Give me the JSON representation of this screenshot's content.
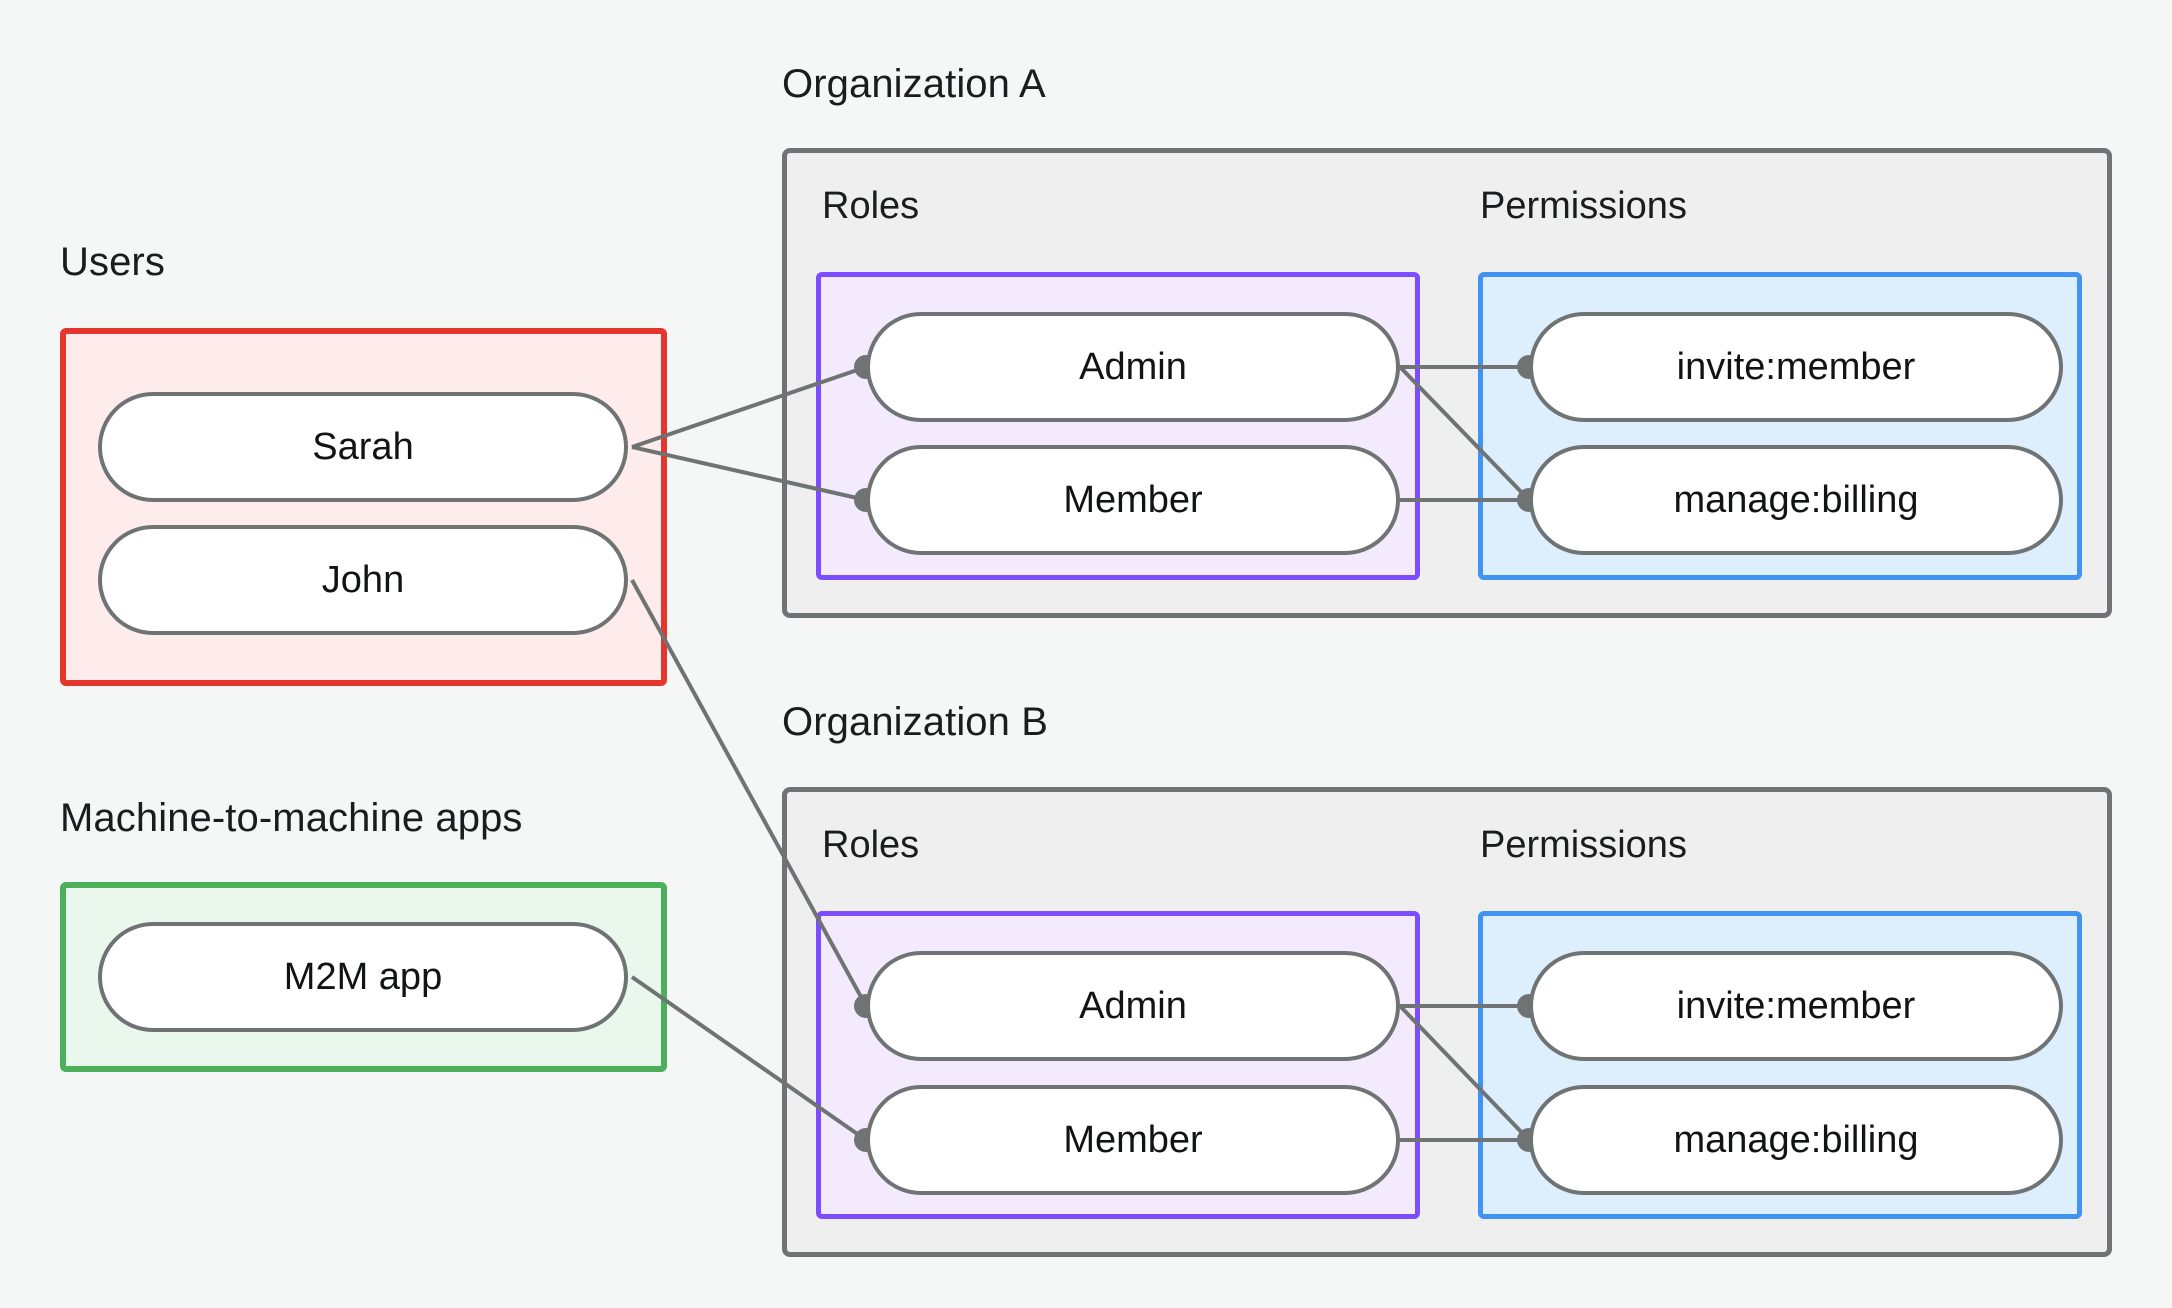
{
  "diagram": {
    "title_users": "Users",
    "title_m2m": "Machine-to-machine apps",
    "title_org_a": "Organization A",
    "title_org_b": "Organization B",
    "label_roles": "Roles",
    "label_permissions": "Permissions",
    "users": [
      {
        "id": "sarah",
        "label": "Sarah"
      },
      {
        "id": "john",
        "label": "John"
      }
    ],
    "m2m_apps": [
      {
        "id": "m2m",
        "label": "M2M app"
      }
    ],
    "organizations": [
      {
        "id": "org-a",
        "name": "Organization A",
        "roles_label": "Roles",
        "permissions_label": "Permissions",
        "roles": [
          {
            "id": "org-a-admin",
            "label": "Admin"
          },
          {
            "id": "org-a-member",
            "label": "Member"
          }
        ],
        "permissions": [
          {
            "id": "org-a-invite",
            "label": "invite:member"
          },
          {
            "id": "org-a-billing",
            "label": "manage:billing"
          }
        ]
      },
      {
        "id": "org-b",
        "name": "Organization B",
        "roles_label": "Roles",
        "permissions_label": "Permissions",
        "roles": [
          {
            "id": "org-b-admin",
            "label": "Admin"
          },
          {
            "id": "org-b-member",
            "label": "Member"
          }
        ],
        "permissions": [
          {
            "id": "org-b-invite",
            "label": "invite:member"
          },
          {
            "id": "org-b-billing",
            "label": "manage:billing"
          }
        ]
      }
    ],
    "edges": [
      {
        "from": "sarah",
        "to": "org-a-admin"
      },
      {
        "from": "sarah",
        "to": "org-a-member"
      },
      {
        "from": "john",
        "to": "org-b-admin"
      },
      {
        "from": "m2m",
        "to": "org-b-member"
      },
      {
        "from": "org-a-admin",
        "to": "org-a-invite"
      },
      {
        "from": "org-a-admin",
        "to": "org-a-billing"
      },
      {
        "from": "org-a-member",
        "to": "org-a-billing"
      },
      {
        "from": "org-b-admin",
        "to": "org-b-invite"
      },
      {
        "from": "org-b-admin",
        "to": "org-b-billing"
      },
      {
        "from": "org-b-member",
        "to": "org-b-billing"
      }
    ],
    "colors": {
      "canvas": "#f5f7f6",
      "users_border": "#e5362d",
      "users_fill": "#fdeceb",
      "m2m_border": "#4caf5a",
      "m2m_fill": "#e9f7ec",
      "org_border": "#6f7374",
      "org_fill": "#eeefee",
      "roles_border": "#7c4dff",
      "roles_fill": "#f3ebfd",
      "permissions_border": "#4093f0",
      "permissions_fill": "#ddeefc",
      "node_border": "#6f7374",
      "node_fill": "#ffffff",
      "edge": "#6f7374",
      "text": "#121314"
    }
  }
}
